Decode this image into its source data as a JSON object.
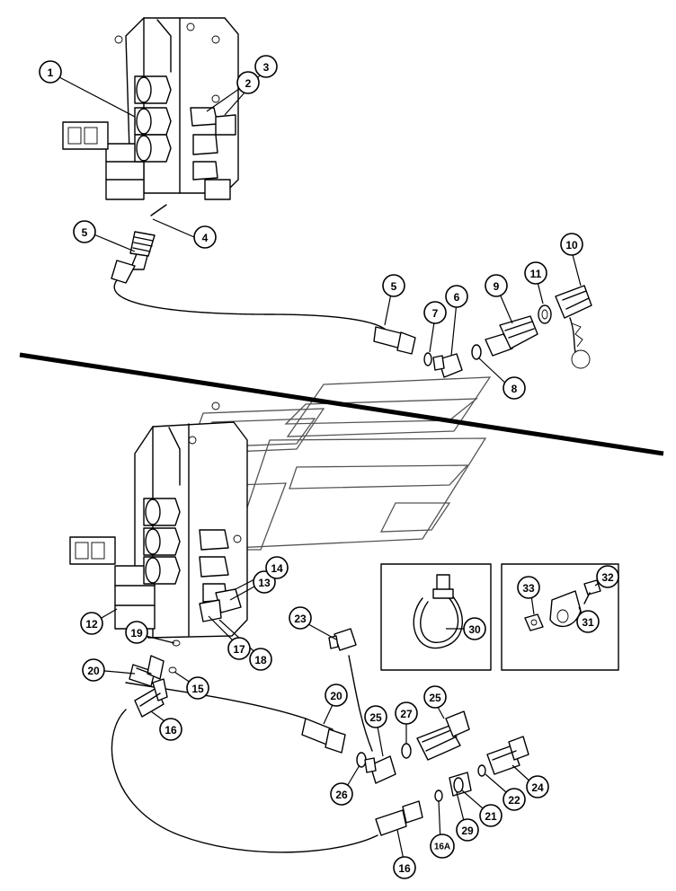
{
  "callouts": [
    {
      "id": "c1",
      "label": "1"
    },
    {
      "id": "c2",
      "label": "2"
    },
    {
      "id": "c3",
      "label": "3"
    },
    {
      "id": "c4",
      "label": "4"
    },
    {
      "id": "c5a",
      "label": "5"
    },
    {
      "id": "c5b",
      "label": "5"
    },
    {
      "id": "c6",
      "label": "6"
    },
    {
      "id": "c7",
      "label": "7"
    },
    {
      "id": "c8",
      "label": "8"
    },
    {
      "id": "c9",
      "label": "9"
    },
    {
      "id": "c10",
      "label": "10"
    },
    {
      "id": "c11",
      "label": "11"
    },
    {
      "id": "c12",
      "label": "12"
    },
    {
      "id": "c13",
      "label": "13"
    },
    {
      "id": "c14",
      "label": "14"
    },
    {
      "id": "c15",
      "label": "15"
    },
    {
      "id": "c16a",
      "label": "16"
    },
    {
      "id": "c16b",
      "label": "16"
    },
    {
      "id": "c16A",
      "label": "16A"
    },
    {
      "id": "c17",
      "label": "17"
    },
    {
      "id": "c18",
      "label": "18"
    },
    {
      "id": "c19",
      "label": "19"
    },
    {
      "id": "c20a",
      "label": "20"
    },
    {
      "id": "c20b",
      "label": "20"
    },
    {
      "id": "c21",
      "label": "21"
    },
    {
      "id": "c22",
      "label": "22"
    },
    {
      "id": "c23",
      "label": "23"
    },
    {
      "id": "c24",
      "label": "24"
    },
    {
      "id": "c25a",
      "label": "25"
    },
    {
      "id": "c25b",
      "label": "25"
    },
    {
      "id": "c26",
      "label": "26"
    },
    {
      "id": "c27",
      "label": "27"
    },
    {
      "id": "c29",
      "label": "29"
    },
    {
      "id": "c30",
      "label": "30"
    },
    {
      "id": "c31",
      "label": "31"
    },
    {
      "id": "c32",
      "label": "32"
    },
    {
      "id": "c33",
      "label": "33"
    }
  ]
}
